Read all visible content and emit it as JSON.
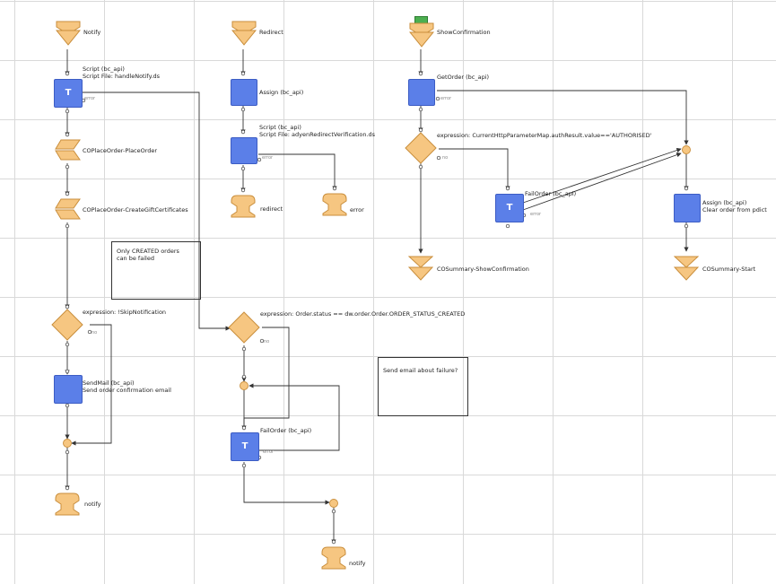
{
  "colors": {
    "pipelet": "#5b7fe8",
    "pipelet_stroke": "#3c5cc4",
    "node_fill": "#f6c681",
    "node_stroke": "#c98e3c",
    "wire": "#333333",
    "grid": "#d9d9d9",
    "start_marker": "#4caf50"
  },
  "icons": {
    "start": "start-triangle-icon",
    "end": "end-triangle-icon",
    "pipelet": "pipelet-square-icon",
    "transactional_pipelet": "transactional-pipelet-icon",
    "decision": "decision-diamond-icon",
    "call": "call-node-icon",
    "interaction_end": "interaction-end-icon",
    "join": "join-node-icon"
  },
  "start_nodes": {
    "notify": "Notify",
    "redirect": "Redirect",
    "show_confirmation": "ShowConfirmation"
  },
  "pipelets": {
    "script_notify": {
      "line1": "Script (bc_api)",
      "line2": "Script File: handleNotify.ds",
      "error": "error",
      "mark": "T"
    },
    "assign_redirect": {
      "line1": "Assign (bc_api)"
    },
    "script_redirect": {
      "line1": "Script (bc_api)",
      "line2": "Script File: adyenRedirectVerification.ds",
      "error": "error"
    },
    "get_order": {
      "line1": "GetOrder (bc_api)",
      "error": "error"
    },
    "fail_order_right": {
      "line1": "FailOrder (bc_api)",
      "error": "error",
      "mark": "T"
    },
    "assign_clear": {
      "line1": "Assign (bc_api)",
      "line2": "Clear order from pdict"
    },
    "send_mail": {
      "line1": "SendMail (bc_api)",
      "line2": "Send order confirmation email"
    },
    "fail_order_center": {
      "line1": "FailOrder (bc_api)",
      "error": "error",
      "mark": "T"
    }
  },
  "calls": {
    "place_order": "COPlaceOrder-PlaceOrder",
    "create_gift_certificates": "COPlaceOrder-CreateGiftCertificates"
  },
  "decisions": {
    "auth_result": {
      "expression": "expression: CurrentHttpParameterMap.authResult.value=='AUTHORISED'",
      "no": "no"
    },
    "skip_notification": {
      "expression": "expression: !SkipNotification",
      "no": "no"
    },
    "order_status": {
      "expression": "expression: Order.status == dw.order.Order.ORDER_STATUS_CREATED",
      "no": "no"
    }
  },
  "ends": {
    "redirect": "redirect",
    "error": "error",
    "notify_left": "notify",
    "notify_bottom": "notify"
  },
  "jumps": {
    "show_confirmation": "COSummary-ShowConfirmation",
    "start": "COSummary-Start"
  },
  "notes": {
    "created_only": "Only CREATED orders\ncan be failed",
    "send_email": "Send email about failure?"
  }
}
